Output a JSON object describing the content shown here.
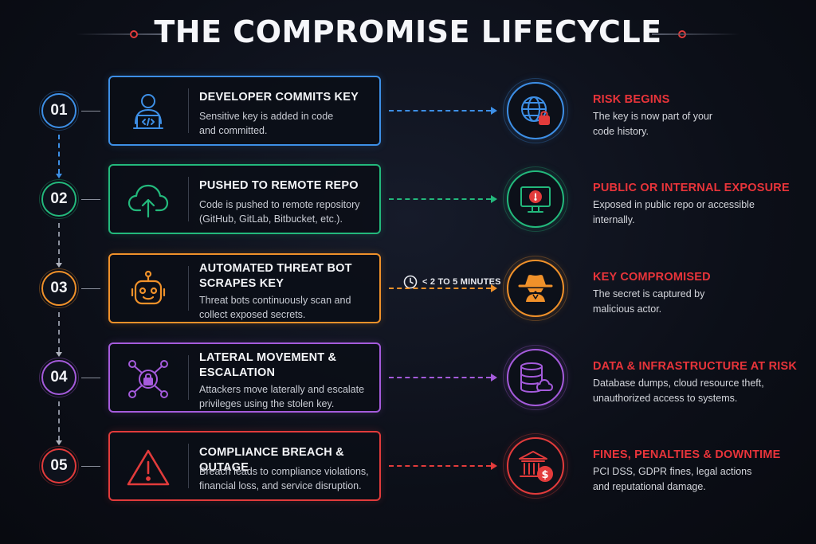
{
  "title": "THE COMPROMISE LIFECYCLE",
  "timer": {
    "label": "< 2 TO 5 MINUTES",
    "icon": "clock-icon"
  },
  "steps": [
    {
      "number": "01",
      "color": "#3d8fe6",
      "icon": "developer-laptop-icon",
      "title": "DEVELOPER COMMITS KEY",
      "desc": [
        "Sensitive key is added in code",
        "and committed."
      ],
      "risk": {
        "icon": "globe-lock-icon",
        "title": "RISK BEGINS",
        "desc": [
          "The key is now part of your",
          "code history."
        ]
      }
    },
    {
      "number": "02",
      "color": "#23b97c",
      "icon": "cloud-upload-icon",
      "title": "PUSHED TO REMOTE REPO",
      "desc": [
        "Code is pushed to remote repository",
        "(GitHub, GitLab, Bitbucket, etc.)."
      ],
      "risk": {
        "icon": "monitor-alert-icon",
        "title": "PUBLIC OR INTERNAL EXPOSURE",
        "desc": [
          "Exposed in public repo or accessible",
          "internally."
        ]
      }
    },
    {
      "number": "03",
      "color": "#f0912a",
      "icon": "robot-icon",
      "title": "AUTOMATED THREAT BOT\nSCRAPES KEY",
      "desc": [
        "Threat bots continuously scan and",
        "collect exposed secrets."
      ],
      "risk": {
        "icon": "spy-icon",
        "title": "KEY COMPROMISED",
        "desc": [
          "The secret is captured by",
          "malicious actor."
        ]
      }
    },
    {
      "number": "04",
      "color": "#a55bdc",
      "icon": "network-lock-icon",
      "title": "LATERAL MOVEMENT &\nESCALATION",
      "desc": [
        "Attackers move laterally and escalate",
        "privileges using the stolen key."
      ],
      "risk": {
        "icon": "database-cloud-icon",
        "title": "DATA & INFRASTRUCTURE AT RISK",
        "desc": [
          "Database dumps, cloud resource theft,",
          "unauthorized access to systems."
        ]
      }
    },
    {
      "number": "05",
      "color": "#e23b3b",
      "icon": "warning-icon",
      "title": "COMPLIANCE BREACH & OUTAGE",
      "desc": [
        "Breach leads to compliance violations,",
        "financial loss, and service disruption."
      ],
      "risk": {
        "icon": "bank-dollar-icon",
        "title": "FINES, PENALTIES & DOWNTIME",
        "desc": [
          "PCI DSS, GDPR fines, legal actions",
          "and reputational damage."
        ]
      }
    }
  ]
}
